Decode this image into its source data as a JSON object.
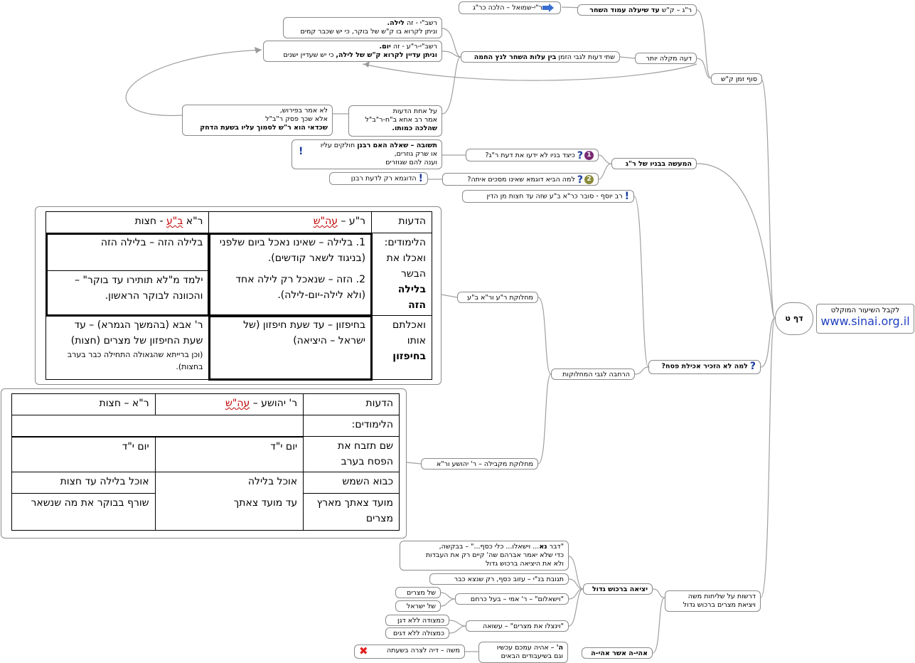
{
  "root": {
    "label": "דף ט"
  },
  "promo": {
    "text": "לקבל השיעור המוקלט",
    "url": "www.sinai.org.il"
  },
  "nodes": {
    "sof_zman": "סוף זמן ק\"ש",
    "rag_kash": "ר\"ג – ק\"ש",
    "rag_kash_bold": "עד שיעלה עמוד השחר",
    "rishmuel": "ר\"י-שמואל – הלכה כר\"ג",
    "deah_mekila": "דעה מקלה יותר",
    "two_opinions_a": "שתי דעות לגבי הזמן",
    "two_opinions_b": "בין עלות השחר לנץ החמה",
    "rashbi1_line1a": "רשב\"י - זה",
    "rashbi1_line1b": "לילה.",
    "rashbi1_line2": "וניתן לקרוא בו ק\"ש של בוקר, כי יש שכבר קמים",
    "rashbi2_line1a": "רשב\"י-ר\"ע - זה",
    "rashbi2_line1b": "יום.",
    "rashbi2_line2a": "וניתן עדיין לקרוא ק\"ש של לילה,",
    "rashbi2_line2b": "כי יש שעדיין ישנים",
    "achat_line1": "על אחת הדעות",
    "achat_line2": "אמר רב אחא ב\"ח-ר\"ב\"ל",
    "achat_line3": "שהלכה כמותו.",
    "lo_amar_line1": "לא אמר בפירוש,",
    "lo_amar_line2": "אלא שכך פסק ר\"ב\"ל",
    "lo_amar_line3": "שכדאי הוא ר\"ש לסמוך עליו בשעת הדחק",
    "maase": "המעשה בבניו של ר\"ג",
    "q1": "כיצד בניו לא ידעו את דעת ר\"ג?",
    "q2": "למה הביא דוגמא שאינו מסכים איתה?",
    "answer1_line1a": "תשובה – שאלה האם רבנן",
    "answer1_line1b": "חולקים עליו",
    "answer1_line2": "או שרק גוזרים,",
    "answer1_line3": "וענה להם שגוזרים",
    "dugma": "הדוגמא רק לדעת רבנן",
    "rav_yosef": "רב יוסף - סובר כר\"א ב\"ע שזה עד חצות מן הדין",
    "lama_lo": "למה לא הזכיר אכילת פסח?",
    "machloket_ra": "מחלוקת ר\"ע ור\"א ב\"ע",
    "harchava": "הרחבה לגבי המחלוקות",
    "machloket_makbila": "מחלוקת מקבילה – ר' יהושע ור\"א",
    "drashot_line1": "דרשות על שליחות משה",
    "drashot_line2": "ויציאת מצרים ברכוש גדול",
    "yetzia": "יציאה ברכוש גדול",
    "dabber_line1a": "\"דבר",
    "dabber_line1b": "נא",
    "dabber_line1c": "... וישאלו... כלי כסף...\" – בבקשה,",
    "dabber_line2": "כדי שלא יאמר אברהם שה' קיים רק את העבדות",
    "dabber_line3": "ולא את היציאה ברכוש גדול",
    "taguvat": "תגובת בנ\"י – עזוב כסף, רק שנצא כבר",
    "vayashilum": "\"וישאלום\" – ר' אמי – בעל כרחם",
    "shel_mitzrayim": "של מצרים",
    "shel_yisrael": "של ישראל",
    "vayenatzlu": "\"וינצלו את מצרים\" – עשואה",
    "metzuda": "כמצודה ללא דגן",
    "metzula": "כמצולה ללא דגים",
    "ehye": "אהי-ה אשר אהי-ה",
    "hashem_line1a": "ה'",
    "hashem_line1b": "– אהיה עמכם עכשיו",
    "hashem_line2": "וגם בשיעבודים הבאים",
    "moshe": "משה – דיה לצרה בשעתה"
  },
  "table1": {
    "headers": [
      "הדעות",
      "ר\"ע – עה\"ש",
      "ר\"א ב\"ע - חצות"
    ],
    "headers_col2_pre": "ר\"ע – ",
    "headers_col2_red": "עה\"ש",
    "headers_col3_pre": "ר\"א ",
    "headers_col3_red": "ב\"ע",
    "headers_col3_post": " - חצות",
    "row1_label_a": "הלימודים: ואכלו את הבשר",
    "row1_label_b": "בלילה הזה",
    "row1_c2a": "1. בלילה – שאינו נאכל ביום שלפני (בניגוד לשאר קודשים).",
    "row1_c2b": "2. הזה – שנאכל רק לילה אחד (ולא לילה-יום-לילה).",
    "row1_c3a": "בלילה הזה – בלילה הזה",
    "row1_c3b": "ילמד מ\"לא תותירו עד בוקר\" – והכוונה לבוקר הראשון.",
    "row2_label_a": "ואכלתם אותו",
    "row2_label_b": "בחיפזון",
    "row2_c2": "בחיפזון – עד שעת חיפזון (של ישראל – היציאה)",
    "row2_c3a": "ר' אבא (בהמשך הגמרא) – עד שעת החיפזון של מצרים (חצות)",
    "row2_c3b": "(וכן ברייתא שהגאולה התחילה כבר בערב בחצות)."
  },
  "table2": {
    "headers": [
      "הדעות",
      "ר' יהושע – עה\"ש",
      "ר\"א – חצות"
    ],
    "h2_pre": "ר' יהושע – ",
    "h2_red": "עה\"ש",
    "limudim": "הלימודים:",
    "r1_label": "שם תזבח את הפסח בערב",
    "r1_c2": "יום י\"ד",
    "r1_c3": "יום י\"ד",
    "r2_label": "כבוא השמש",
    "r2_c2": "אוכל בלילה",
    "r2_c3": "אוכל בלילה עד חצות",
    "r3_label": "מועד צאתך מארץ מצרים",
    "r3_c2": "עד מועד צאתך",
    "r3_c3": "שורף בבוקר את מה שנשאר"
  },
  "colors": {
    "line": "#9a9a9a",
    "accent_blue": "#1f3fbf",
    "icon_blue": "#1a3a9c",
    "x_red": "#e02020"
  }
}
